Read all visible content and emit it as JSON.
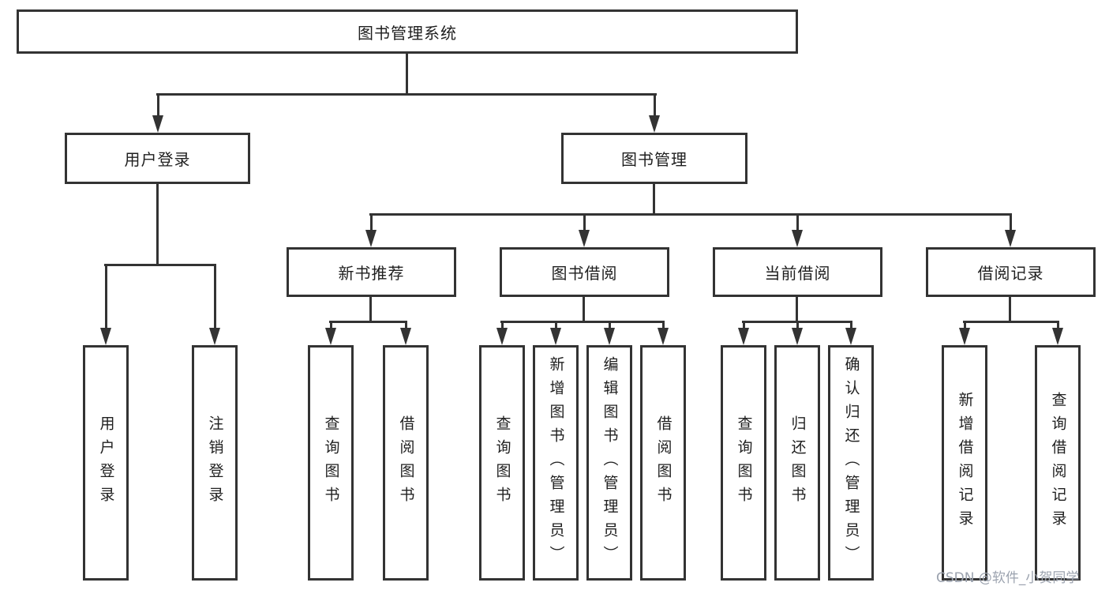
{
  "nodes": {
    "root": "图书管理系统",
    "user_login": "用户登录",
    "book_mgmt": "图书管理",
    "new_books": "新书推荐",
    "book_borrow": "图书借阅",
    "current_borrow": "当前借阅",
    "borrow_records": "借阅记录"
  },
  "leaves": {
    "user_login": [
      "用户登录",
      "注销登录"
    ],
    "new_books": [
      "查询图书",
      "借阅图书"
    ],
    "book_borrow": [
      "查询图书",
      "新增图书（管理员）",
      "编辑图书（管理员）",
      "借阅图书"
    ],
    "current_borrow": [
      "查询图书",
      "归还图书",
      "确认归还（管理员）"
    ],
    "borrow_records": [
      "新增借阅记录",
      "查询借阅记录"
    ]
  },
  "colors": {
    "line": "#333333",
    "text": "#1f1f1f",
    "background": "#ffffff",
    "watermark": "#9ca3af"
  },
  "watermark": "CSDN @软件_小贺同学"
}
